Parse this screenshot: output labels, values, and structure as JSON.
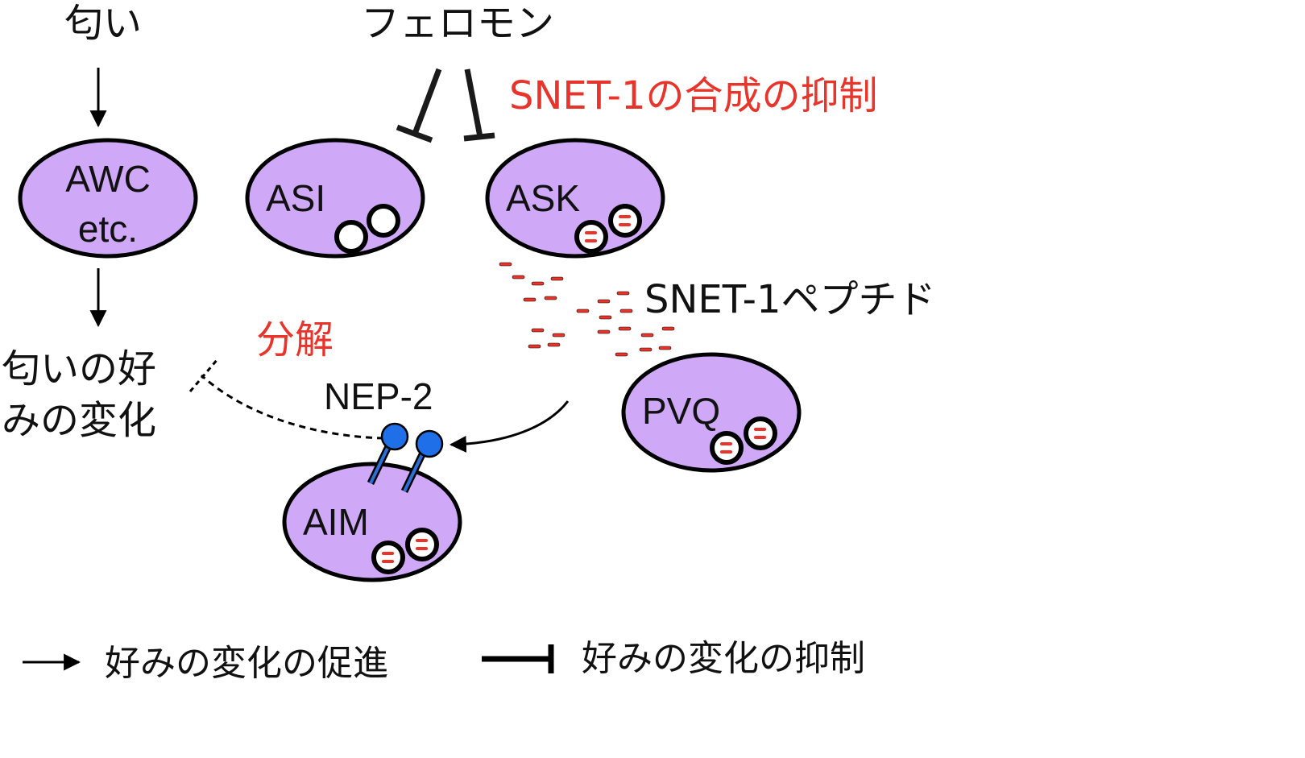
{
  "colors": {
    "cell_fill": "#cfa8f7",
    "outline": "#000000",
    "accent_red": "#e8342a",
    "peptide": "#e8342a",
    "receptor_blue": "#1f6fe8",
    "receptor_stem": "#2c6fd6"
  },
  "inputs": {
    "odor": "匂い",
    "pheromone": "フェロモン"
  },
  "annotations": {
    "snet_synthesis_inhibition": "SNET-1の合成の抑制",
    "snet_peptide": "SNET-1ペプチド",
    "degradation": "分解",
    "receptor": "NEP-2",
    "odor_preference_change": [
      "匂いの好",
      "みの変化"
    ]
  },
  "cells": {
    "awc": [
      "AWC",
      "etc."
    ],
    "asi": "ASI",
    "ask": "ASK",
    "pvq": "PVQ",
    "aim": "AIM"
  },
  "legend": {
    "promote": "好みの変化の促進",
    "inhibit": "好みの変化の抑制"
  }
}
